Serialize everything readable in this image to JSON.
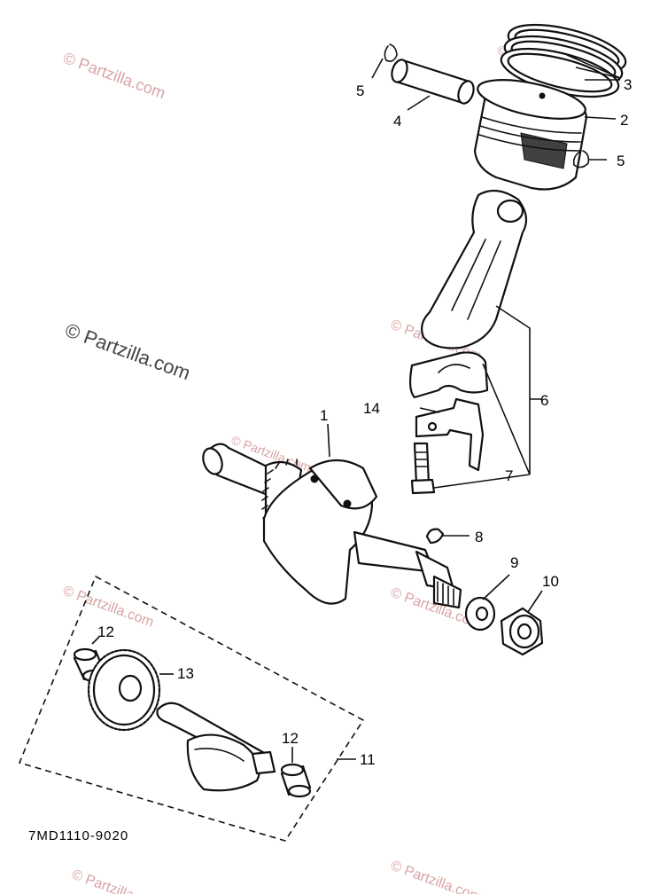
{
  "diagram": {
    "code": "7MD1110-9020",
    "watermarks": [
      "© Partzilla.com",
      "© Partzilla.com",
      "© Partzilla.com",
      "© Partzilla.com",
      "© Partzilla.com",
      "© Partzilla.com",
      "© Partzilla.com",
      "© Partzilla.com",
      "© Partzilla.com"
    ],
    "callouts": {
      "c1": "1",
      "c2": "2",
      "c3": "3",
      "c4": "4",
      "c5a": "5",
      "c5b": "5",
      "c6": "6",
      "c7": "7",
      "c8": "8",
      "c9": "9",
      "c10": "10",
      "c11": "11",
      "c12a": "12",
      "c12b": "12",
      "c13": "13",
      "c14": "14"
    }
  }
}
